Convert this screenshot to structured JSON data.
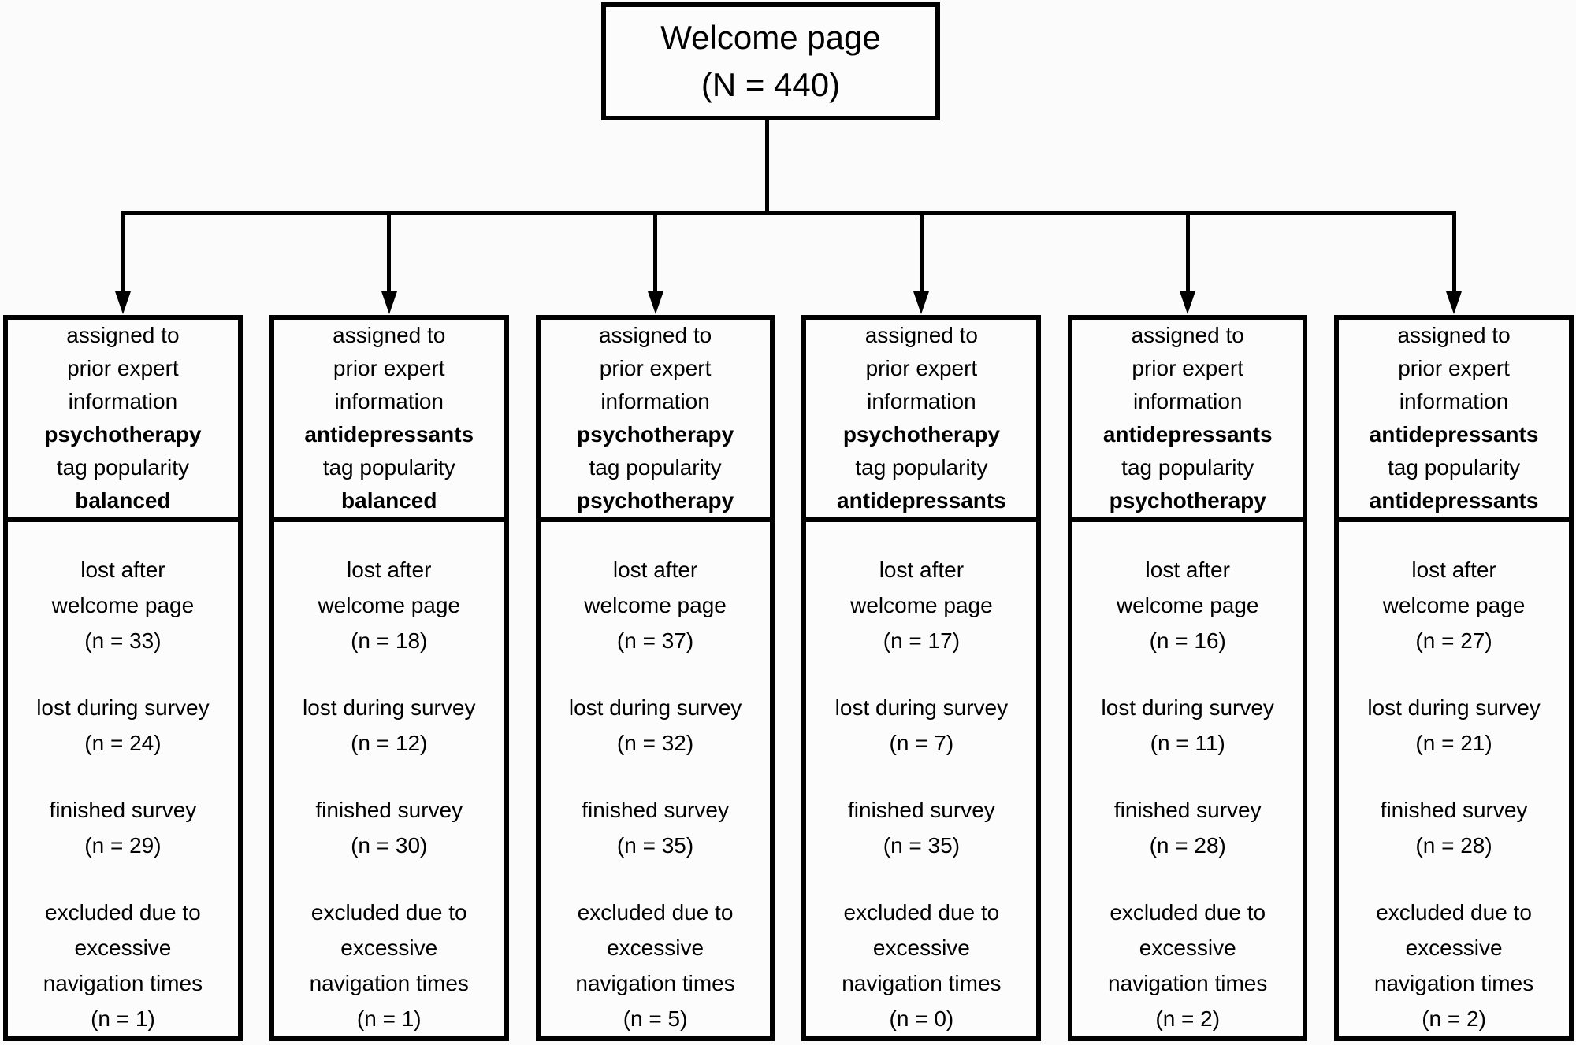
{
  "welcome_box": {
    "title": "Welcome page",
    "count": "(N = 440)"
  },
  "columns": [
    {
      "assignment_lines": [
        "assigned to",
        "prior expert",
        "information"
      ],
      "expert_information": "psychotherapy",
      "tag_line": "tag popularity",
      "tag_popularity": "balanced",
      "outcomes": [
        {
          "label_lines": [
            "lost after",
            "welcome page"
          ],
          "count": "(n = 33)"
        },
        {
          "label_lines": [
            "lost during survey"
          ],
          "count": "(n = 24)"
        },
        {
          "label_lines": [
            "finished survey"
          ],
          "count": "(n = 29)"
        },
        {
          "label_lines": [
            "excluded due to",
            "excessive",
            "navigation times"
          ],
          "count": "(n = 1)"
        }
      ]
    },
    {
      "assignment_lines": [
        "assigned to",
        "prior expert",
        "information"
      ],
      "expert_information": "antidepressants",
      "tag_line": "tag popularity",
      "tag_popularity": "balanced",
      "outcomes": [
        {
          "label_lines": [
            "lost after",
            "welcome page"
          ],
          "count": "(n = 18)"
        },
        {
          "label_lines": [
            "lost during survey"
          ],
          "count": "(n = 12)"
        },
        {
          "label_lines": [
            "finished survey"
          ],
          "count": "(n = 30)"
        },
        {
          "label_lines": [
            "excluded due to",
            "excessive",
            "navigation times"
          ],
          "count": "(n = 1)"
        }
      ]
    },
    {
      "assignment_lines": [
        "assigned to",
        "prior expert",
        "information"
      ],
      "expert_information": "psychotherapy",
      "tag_line": "tag popularity",
      "tag_popularity": "psychotherapy",
      "outcomes": [
        {
          "label_lines": [
            "lost after",
            "welcome page"
          ],
          "count": "(n = 37)"
        },
        {
          "label_lines": [
            "lost during survey"
          ],
          "count": "(n = 32)"
        },
        {
          "label_lines": [
            "finished survey"
          ],
          "count": "(n = 35)"
        },
        {
          "label_lines": [
            "excluded due to",
            "excessive",
            "navigation times"
          ],
          "count": "(n = 5)"
        }
      ]
    },
    {
      "assignment_lines": [
        "assigned to",
        "prior expert",
        "information"
      ],
      "expert_information": "psychotherapy",
      "tag_line": "tag popularity",
      "tag_popularity": "antidepressants",
      "outcomes": [
        {
          "label_lines": [
            "lost after",
            "welcome page"
          ],
          "count": "(n = 17)"
        },
        {
          "label_lines": [
            "lost during survey"
          ],
          "count": "(n = 7)"
        },
        {
          "label_lines": [
            "finished survey"
          ],
          "count": "(n = 35)"
        },
        {
          "label_lines": [
            "excluded due to",
            "excessive",
            "navigation times"
          ],
          "count": "(n = 0)"
        }
      ]
    },
    {
      "assignment_lines": [
        "assigned to",
        "prior expert",
        "information"
      ],
      "expert_information": "antidepressants",
      "tag_line": "tag popularity",
      "tag_popularity": "psychotherapy",
      "outcomes": [
        {
          "label_lines": [
            "lost after",
            "welcome page"
          ],
          "count": "(n = 16)"
        },
        {
          "label_lines": [
            "lost during survey"
          ],
          "count": "(n = 11)"
        },
        {
          "label_lines": [
            "finished survey"
          ],
          "count": "(n = 28)"
        },
        {
          "label_lines": [
            "excluded due to",
            "excessive",
            "navigation times"
          ],
          "count": "(n = 2)"
        }
      ]
    },
    {
      "assignment_lines": [
        "assigned to",
        "prior expert",
        "information"
      ],
      "expert_information": "antidepressants",
      "tag_line": "tag popularity",
      "tag_popularity": "antidepressants",
      "outcomes": [
        {
          "label_lines": [
            "lost after",
            "welcome page"
          ],
          "count": "(n = 27)"
        },
        {
          "label_lines": [
            "lost during survey"
          ],
          "count": "(n = 21)"
        },
        {
          "label_lines": [
            "finished survey"
          ],
          "count": "(n = 28)"
        },
        {
          "label_lines": [
            "excluded due to",
            "excessive",
            "navigation times"
          ],
          "count": "(n = 2)"
        }
      ]
    }
  ]
}
